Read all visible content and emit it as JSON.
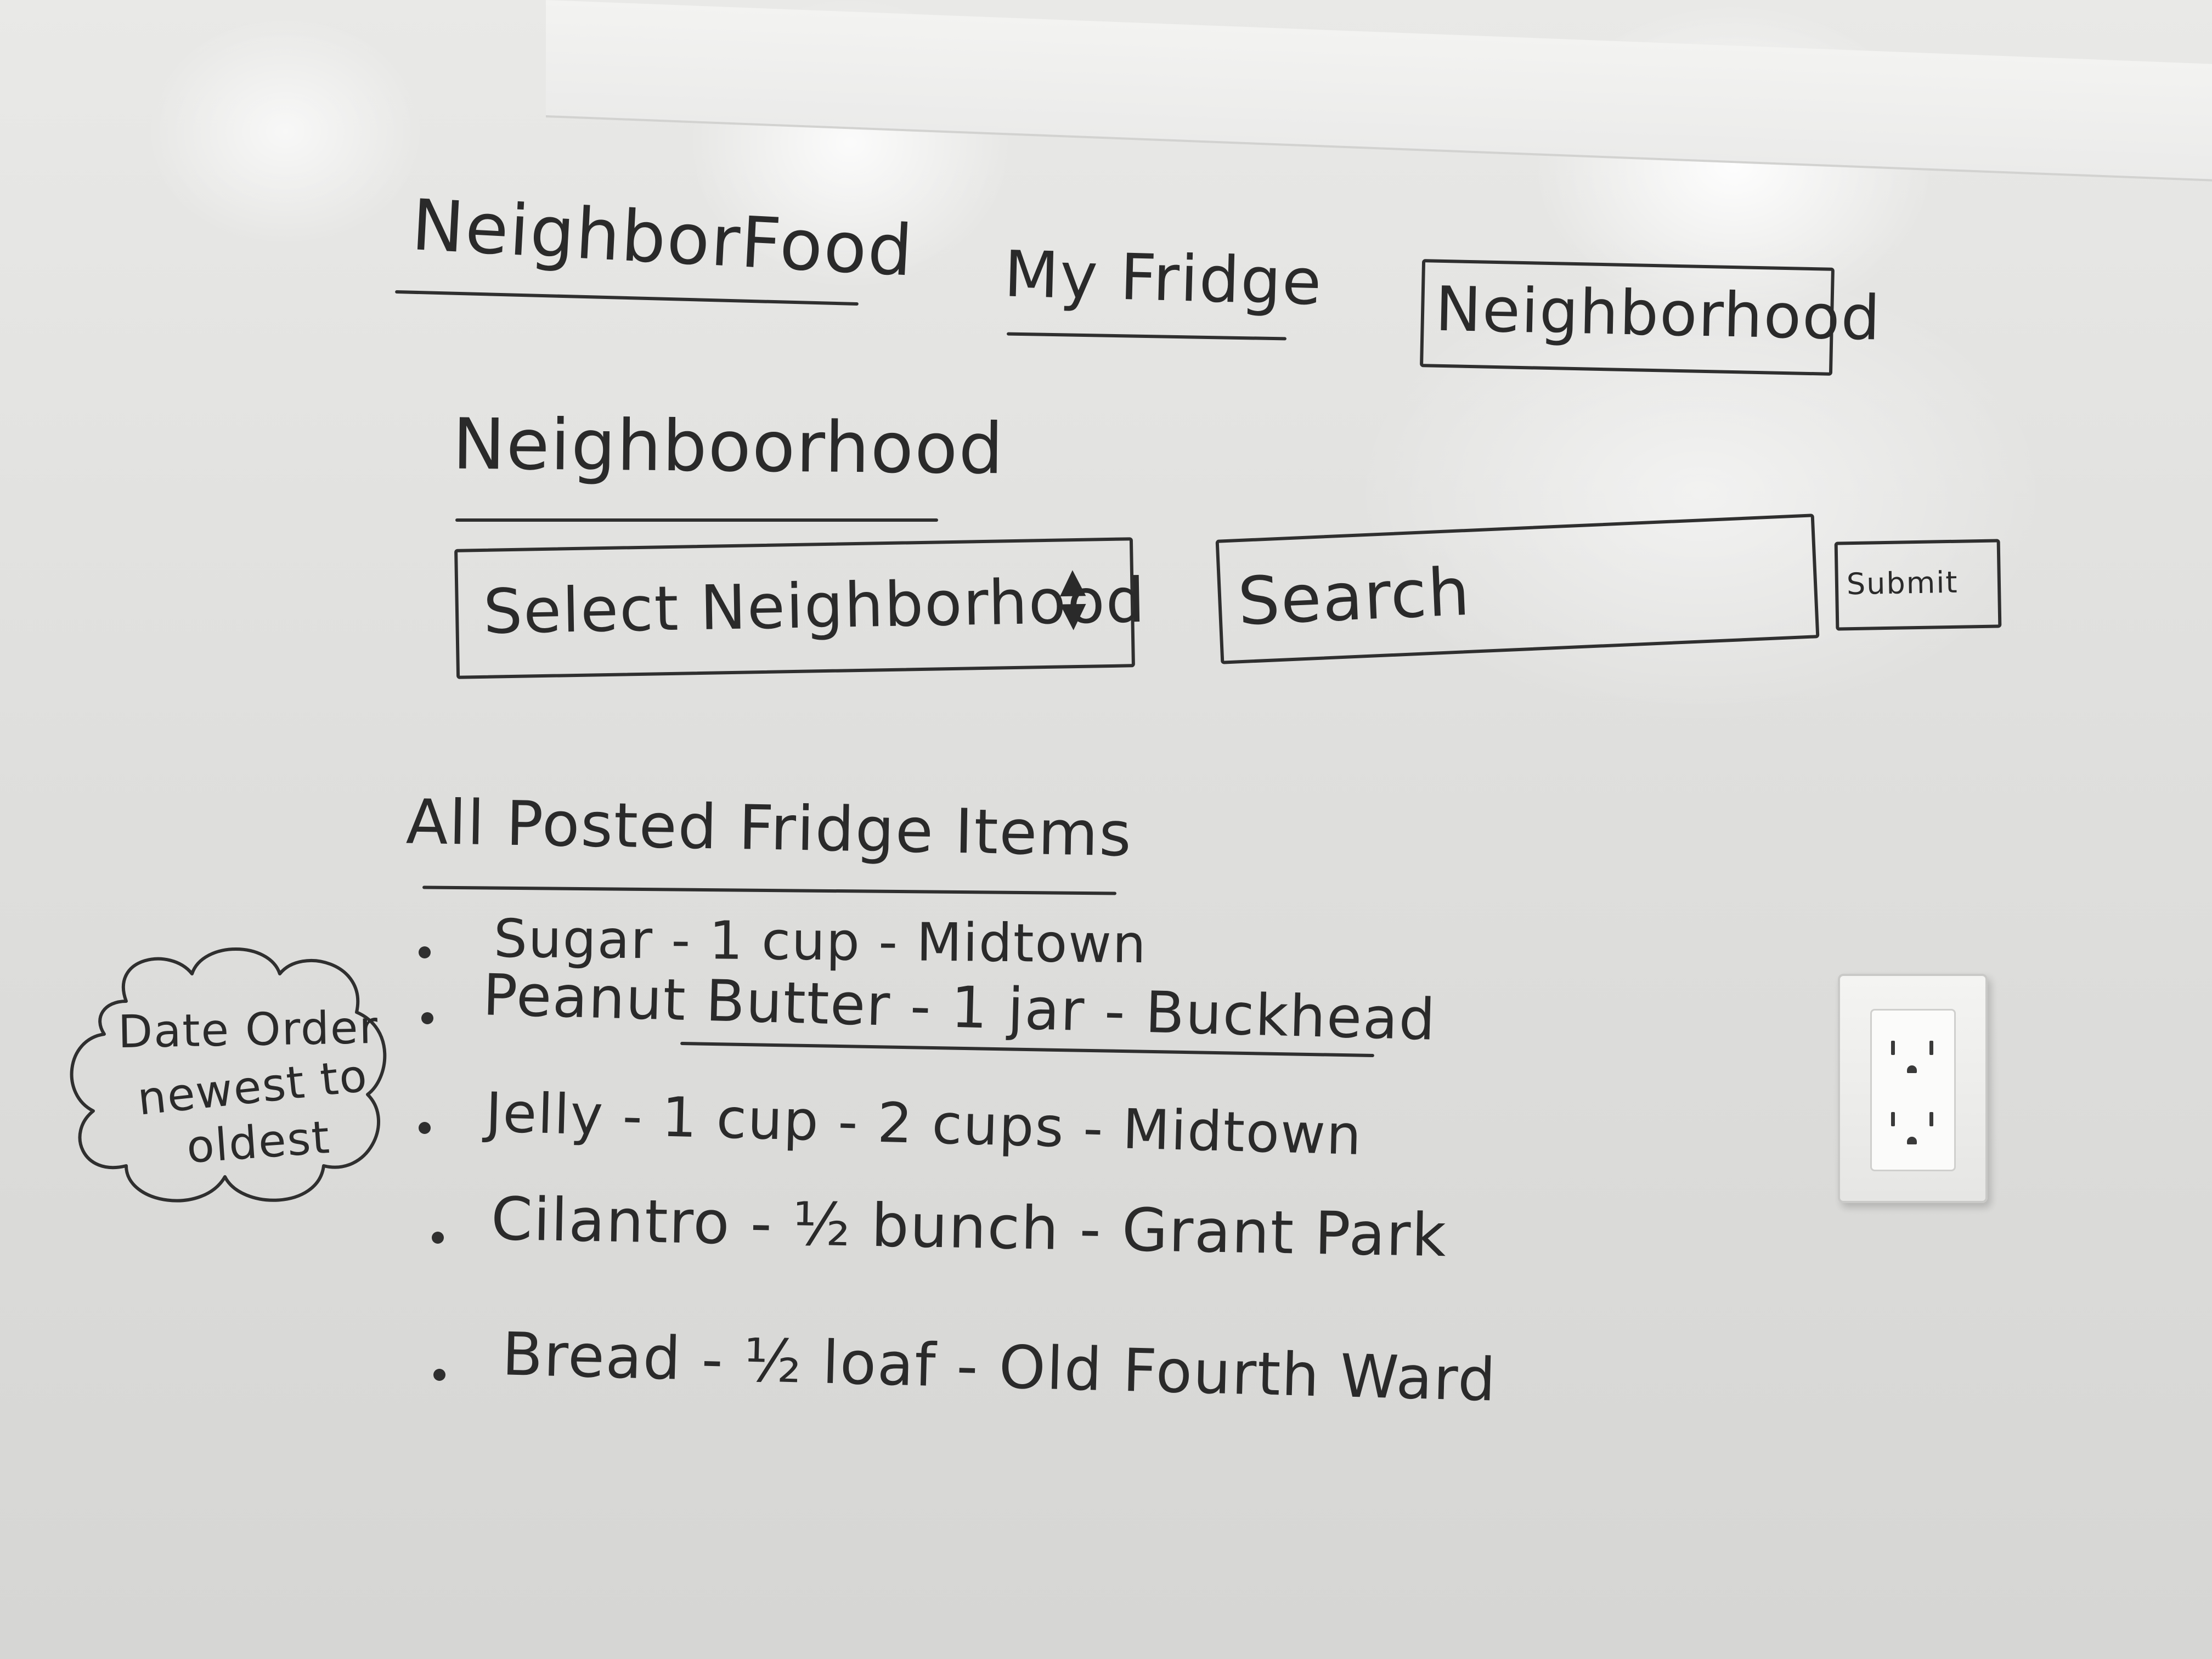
{
  "nav": {
    "brand": "NeighborFood",
    "my_fridge": "My Fridge",
    "neighborhood_tab": "Neighborhood"
  },
  "section": {
    "heading": "Neighboorhood"
  },
  "filters": {
    "select_placeholder": "Select Neighborhood",
    "select_arrows": "▲\n▼",
    "search_placeholder": "Search",
    "submit_label": "Submit"
  },
  "list": {
    "heading": "All Posted Fridge Items",
    "items": [
      "Sugar - 1 cup - Midtown",
      "Peanut Butter - 1 jar - Buckhead",
      "Jelly - 1 cup - 2 cups - Midtown",
      "Cilantro - ½ bunch - Grant Park",
      "Bread - ½ loaf - Old Fourth Ward"
    ]
  },
  "note": {
    "line1": "Date Order",
    "line2": "newest to",
    "line3": "oldest"
  },
  "colors": {
    "ink": "#2a2a2a",
    "board": "#e2e2e0"
  },
  "icons": {
    "outlet": "electrical-outlet"
  }
}
